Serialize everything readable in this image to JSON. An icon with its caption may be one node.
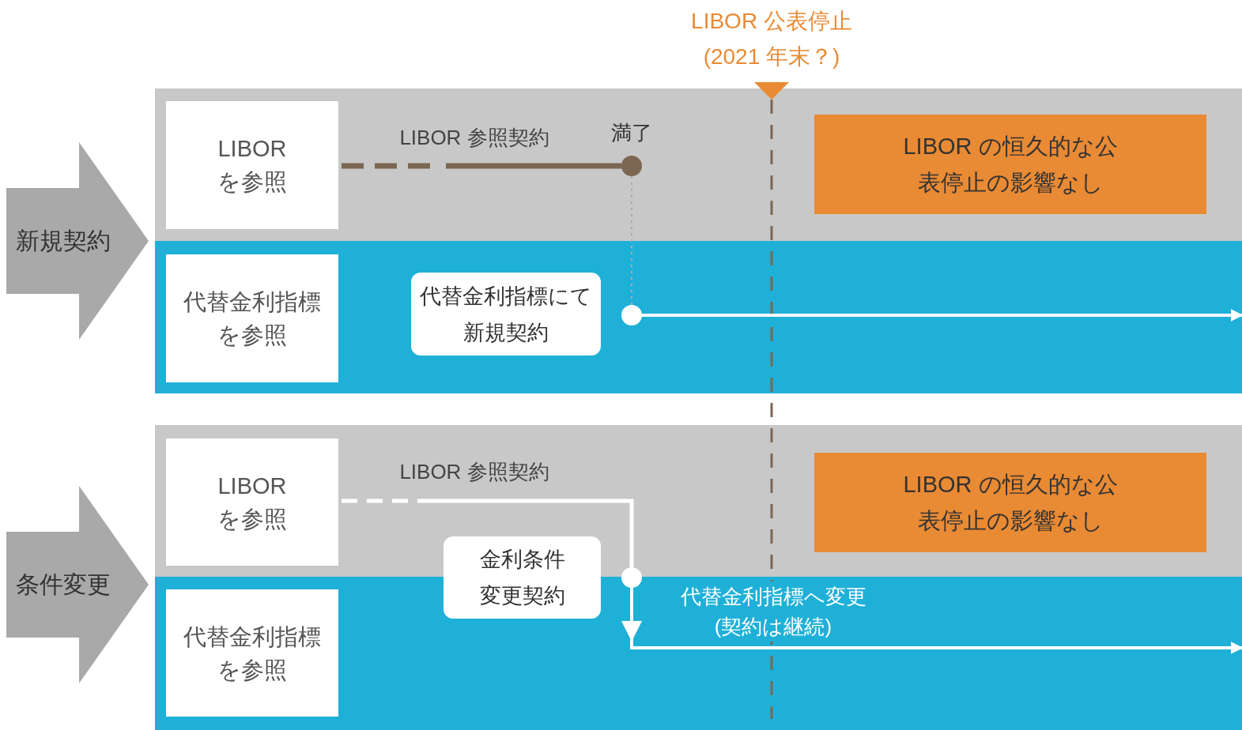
{
  "diagram": {
    "nodes": [
      {
        "text": [
          "新規契約"
        ]
      },
      {
        "text": [
          "LIBORを参照"
        ]
      },
      {
        "text": [
          "代替金利指標を参照"
        ]
      },
      {
        "text": [
          "LIBOR の恒久的な公表停止の影響なし"
        ]
      },
      {
        "text": [
          "代替金利指標にて新規契約"
        ]
      },
      {
        "text": [],
        "shape": "circle",
        "beside": [
          "満了"
        ]
      },
      {
        "text": [],
        "shape": "circle"
      },
      {
        "text": [
          "条件変更"
        ]
      },
      {
        "text": [
          "LIBORを参照"
        ]
      },
      {
        "text": [
          "代替金利指標を参照"
        ]
      },
      {
        "text": [
          "LIBOR の恒久的な公表停止の影響なし"
        ]
      },
      {
        "text": [
          "金利条件変更契約"
        ]
      },
      {
        "text": [],
        "shape": "circle"
      }
    ],
    "edges": [
      {
        "from": 1,
        "to": 5,
        "arrow": "none",
        "label": "LIBOR 参照契約",
        "style": "dashed",
        "color": "#7b6752"
      },
      {
        "from": 5,
        "to": 6,
        "arrow": "none",
        "style": "dashed",
        "color": "#aaaaaa"
      },
      {
        "from": 6,
        "to": null,
        "arrow": "to"
      },
      {
        "from": 8,
        "to": 12,
        "arrow": "none",
        "label": "LIBOR 参照契約",
        "style": "dashed"
      },
      {
        "from": 12,
        "to": null,
        "arrow": "to",
        "label": "代替金利指標へ変更(契約は継続)"
      }
    ],
    "labels": [
      "LIBOR 公表停止(2021 年末？)"
    ]
  }
}
